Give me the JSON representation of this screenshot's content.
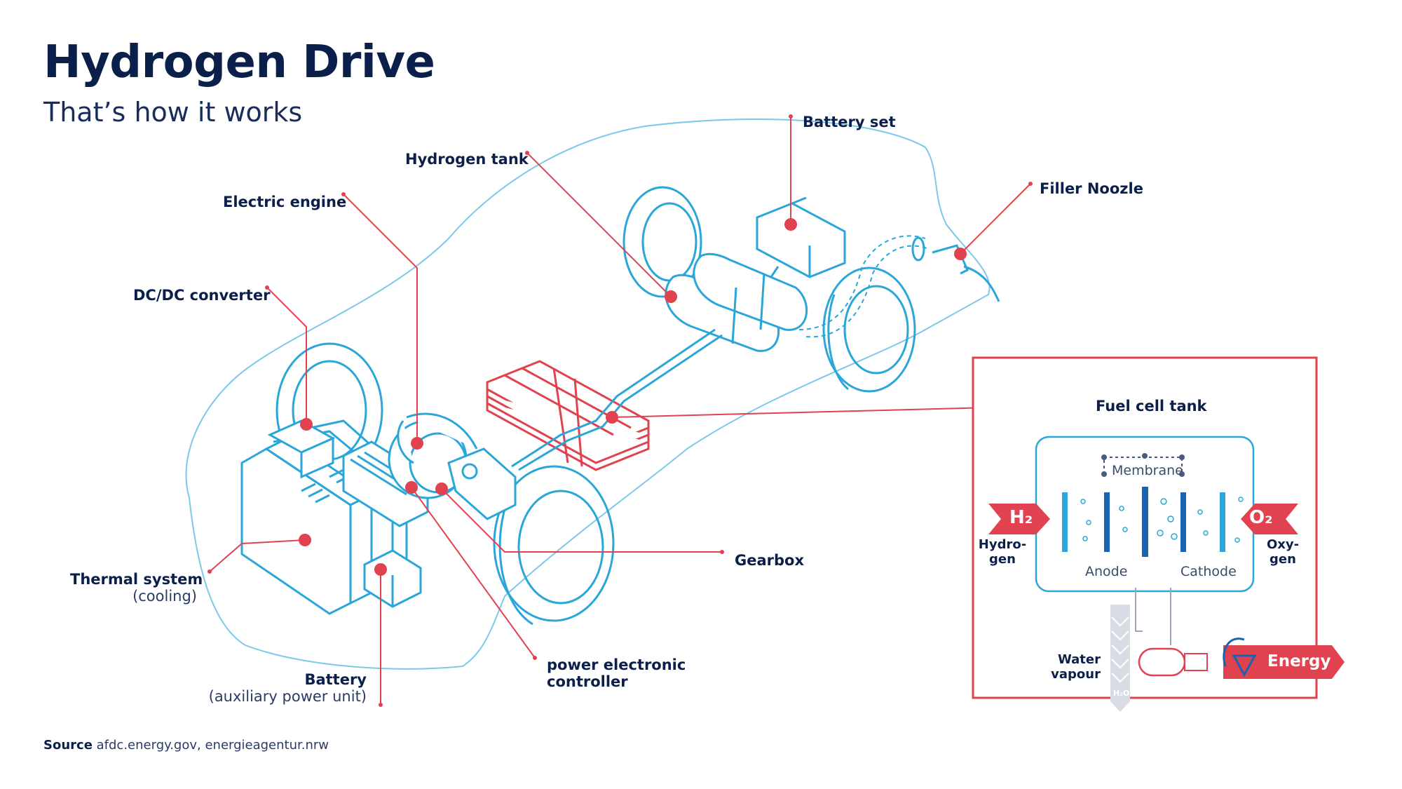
{
  "header": {
    "title": "Hydrogen Drive",
    "subtitle": "That’s how it works"
  },
  "labels": {
    "battery_set": "Battery set",
    "hydrogen_tank": "Hydrogen tank",
    "filler_noozle": "Filler Noozle",
    "electric_engine": "Electric engine",
    "dcdc_converter": "DC/DC converter",
    "thermal_system": "Thermal system",
    "thermal_system_sub": "(cooling)",
    "battery": "Battery",
    "battery_sub": "(auxiliary power unit)",
    "gearbox": "Gearbox",
    "power_controller_1": "power electronic",
    "power_controller_2": "controller"
  },
  "fuel_cell": {
    "title": "Fuel cell tank",
    "membrane": "Membrane",
    "h2": "H₂",
    "o2": "O₂",
    "hydrogen_1": "Hydro-",
    "hydrogen_2": "gen",
    "oxygen_1": "Oxy-",
    "oxygen_2": "gen",
    "anode": "Anode",
    "cathode": "Cathode",
    "water_1": "Water",
    "water_2": "vapour",
    "h2o": "H₂O",
    "energy": "Energy"
  },
  "source": {
    "label": "Source",
    "text": "afdc.energy.gov, energieagentur.nrw"
  },
  "colors": {
    "navy": "#0b1f4b",
    "accent_red": "#e0434f",
    "line_blue": "#2aa6d8",
    "light_blue": "#9fd8ef"
  }
}
